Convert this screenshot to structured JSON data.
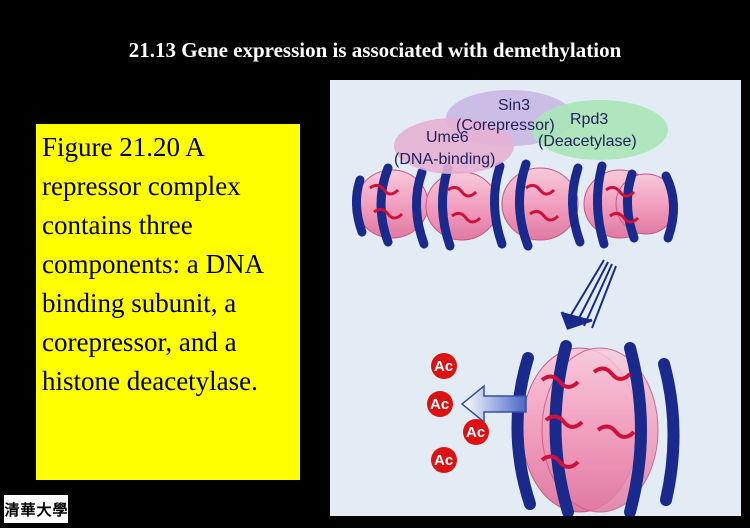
{
  "slide": {
    "title": "21.13 Gene expression is associated with demethylation",
    "caption": "Figure 21.20 A repressor complex contains three components: a DNA binding subunit, a corepressor, and a histone deacetylase."
  },
  "figure": {
    "labels": {
      "sin3": "Sin3",
      "corepressor": "(Corepressor)",
      "rpd3": "Rpd3",
      "deacetylase": "(Deacetylase)",
      "ume6": "Ume6",
      "dna_binding": "(DNA-binding)",
      "acetyl": "Ac"
    },
    "colors": {
      "background": "#e3ecf4",
      "sin3": "#c9b8e6",
      "rpd3": "#a9e6b8",
      "ume6": "#e6b0d4",
      "nucleosome": "#f0b4cc",
      "dna": "#1a2a8c",
      "acetyl": "#dd1111"
    }
  },
  "logo": {
    "glyphs": [
      "清",
      "華",
      "大",
      "學"
    ]
  }
}
